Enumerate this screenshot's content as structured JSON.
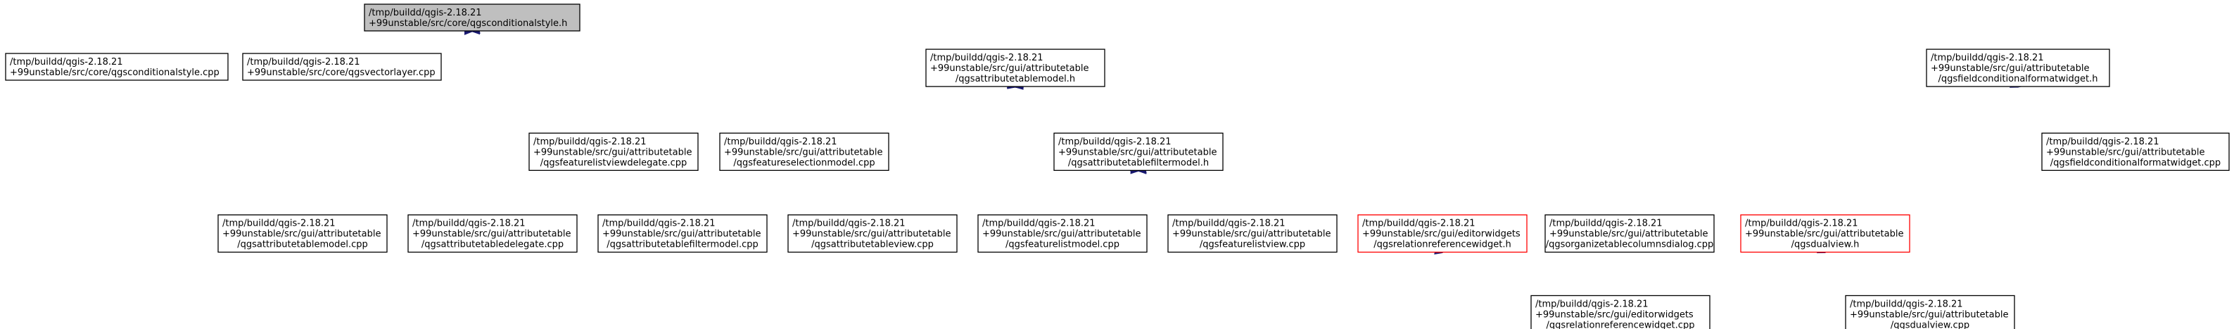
{
  "colors": {
    "edge": "#191970",
    "node_border": "#000000",
    "node_border_highlight": "#ff0000",
    "root_fill": "#bfbfbf",
    "node_fill": "#ffffff"
  },
  "nodes": [
    {
      "id": "root",
      "lines": [
        "/tmp/buildd/qgis-2.18.21",
        "+99unstable/src/core/qgsconditionalstyle.h"
      ],
      "style": "root"
    },
    {
      "id": "qgsconditionalstyle_cpp",
      "lines": [
        "/tmp/buildd/qgis-2.18.21",
        "+99unstable/src/core/qgsconditionalstyle.cpp"
      ],
      "style": "normal"
    },
    {
      "id": "qgsvectorlayer_cpp",
      "lines": [
        "/tmp/buildd/qgis-2.18.21",
        "+99unstable/src/core/qgsvectorlayer.cpp"
      ],
      "style": "normal"
    },
    {
      "id": "qgsattributetablemodel_h",
      "lines": [
        "/tmp/buildd/qgis-2.18.21",
        "+99unstable/src/gui/attributetable",
        "/qgsattributetablemodel.h"
      ],
      "style": "normal"
    },
    {
      "id": "qgsfieldconditionalformatwidget_h",
      "lines": [
        "/tmp/buildd/qgis-2.18.21",
        "+99unstable/src/gui/attributetable",
        "/qgsfieldconditionalformatwidget.h"
      ],
      "style": "normal"
    },
    {
      "id": "qgsfeaturelistviewdelegate_cpp",
      "lines": [
        "/tmp/buildd/qgis-2.18.21",
        "+99unstable/src/gui/attributetable",
        "/qgsfeaturelistviewdelegate.cpp"
      ],
      "style": "normal"
    },
    {
      "id": "qgsfeatureselectionmodel_cpp",
      "lines": [
        "/tmp/buildd/qgis-2.18.21",
        "+99unstable/src/gui/attributetable",
        "/qgsfeatureselectionmodel.cpp"
      ],
      "style": "normal"
    },
    {
      "id": "qgsattributetablefiltermodel_h",
      "lines": [
        "/tmp/buildd/qgis-2.18.21",
        "+99unstable/src/gui/attributetable",
        "/qgsattributetablefiltermodel.h"
      ],
      "style": "normal"
    },
    {
      "id": "qgsfieldconditionalformatwidget_cpp",
      "lines": [
        "/tmp/buildd/qgis-2.18.21",
        "+99unstable/src/gui/attributetable",
        "/qgsfieldconditionalformatwidget.cpp"
      ],
      "style": "normal"
    },
    {
      "id": "qgsattributetablemodel_cpp",
      "lines": [
        "/tmp/buildd/qgis-2.18.21",
        "+99unstable/src/gui/attributetable",
        "/qgsattributetablemodel.cpp"
      ],
      "style": "normal"
    },
    {
      "id": "qgsattributetabledelegate_cpp",
      "lines": [
        "/tmp/buildd/qgis-2.18.21",
        "+99unstable/src/gui/attributetable",
        "/qgsattributetabledelegate.cpp"
      ],
      "style": "normal"
    },
    {
      "id": "qgsattributetablefiltermodel_cpp",
      "lines": [
        "/tmp/buildd/qgis-2.18.21",
        "+99unstable/src/gui/attributetable",
        "/qgsattributetablefiltermodel.cpp"
      ],
      "style": "normal"
    },
    {
      "id": "qgsattributetableview_cpp",
      "lines": [
        "/tmp/buildd/qgis-2.18.21",
        "+99unstable/src/gui/attributetable",
        "/qgsattributetableview.cpp"
      ],
      "style": "normal"
    },
    {
      "id": "qgsfeaturelistmodel_cpp",
      "lines": [
        "/tmp/buildd/qgis-2.18.21",
        "+99unstable/src/gui/attributetable",
        "/qgsfeaturelistmodel.cpp"
      ],
      "style": "normal"
    },
    {
      "id": "qgsfeaturelistview_cpp",
      "lines": [
        "/tmp/buildd/qgis-2.18.21",
        "+99unstable/src/gui/attributetable",
        "/qgsfeaturelistview.cpp"
      ],
      "style": "normal"
    },
    {
      "id": "qgsrelationreferencewidget_h",
      "lines": [
        "/tmp/buildd/qgis-2.18.21",
        "+99unstable/src/gui/editorwidgets",
        "/qgsrelationreferencewidget.h"
      ],
      "style": "highlight"
    },
    {
      "id": "qgsorganizetablecolumnsdialog_cpp",
      "lines": [
        "/tmp/buildd/qgis-2.18.21",
        "+99unstable/src/gui/attributetable",
        "/qgsorganizetablecolumnsdialog.cpp"
      ],
      "style": "normal"
    },
    {
      "id": "qgsdualview_h",
      "lines": [
        "/tmp/buildd/qgis-2.18.21",
        "+99unstable/src/gui/attributetable",
        "/qgsdualview.h"
      ],
      "style": "highlight"
    },
    {
      "id": "qgsrelationreferencewidget_cpp",
      "lines": [
        "/tmp/buildd/qgis-2.18.21",
        "+99unstable/src/gui/editorwidgets",
        "/qgsrelationreferencewidget.cpp"
      ],
      "style": "normal"
    },
    {
      "id": "qgsdualview_cpp",
      "lines": [
        "/tmp/buildd/qgis-2.18.21",
        "+99unstable/src/gui/attributetable",
        "/qgsdualview.cpp"
      ],
      "style": "normal"
    }
  ],
  "edges": [
    {
      "from": "root",
      "to": "qgsconditionalstyle_cpp"
    },
    {
      "from": "root",
      "to": "qgsvectorlayer_cpp"
    },
    {
      "from": "root",
      "to": "qgsattributetablemodel_h"
    },
    {
      "from": "root",
      "to": "qgsfieldconditionalformatwidget_h"
    },
    {
      "from": "root",
      "to": "qgsattributetablemodel_cpp"
    },
    {
      "from": "qgsattributetablemodel_h",
      "to": "qgsfeaturelistviewdelegate_cpp"
    },
    {
      "from": "qgsattributetablemodel_h",
      "to": "qgsfeatureselectionmodel_cpp"
    },
    {
      "from": "qgsattributetablemodel_h",
      "to": "qgsattributetablefiltermodel_h"
    },
    {
      "from": "qgsattributetablemodel_h",
      "to": "qgsattributetablemodel_cpp"
    },
    {
      "from": "qgsattributetablemodel_h",
      "to": "qgsattributetabledelegate_cpp"
    },
    {
      "from": "qgsattributetablemodel_h",
      "to": "qgsattributetablefiltermodel_cpp"
    },
    {
      "from": "qgsattributetablemodel_h",
      "to": "qgsattributetableview_cpp"
    },
    {
      "from": "qgsattributetablemodel_h",
      "to": "qgsfeaturelistmodel_cpp"
    },
    {
      "from": "qgsattributetablemodel_h",
      "to": "qgsfeaturelistview_cpp"
    },
    {
      "from": "qgsattributetablemodel_h",
      "to": "qgsrelationreferencewidget_h"
    },
    {
      "from": "qgsattributetablemodel_h",
      "to": "qgsorganizetablecolumnsdialog_cpp"
    },
    {
      "from": "qgsattributetablemodel_h",
      "to": "qgsrelationreferencewidget_cpp"
    },
    {
      "from": "qgsattributetablemodel_h",
      "to": "qgsdualview_cpp"
    },
    {
      "from": "qgsattributetablefiltermodel_h",
      "to": "qgsattributetablemodel_cpp"
    },
    {
      "from": "qgsattributetablefiltermodel_h",
      "to": "qgsattributetabledelegate_cpp"
    },
    {
      "from": "qgsattributetablefiltermodel_h",
      "to": "qgsattributetablefiltermodel_cpp"
    },
    {
      "from": "qgsattributetablefiltermodel_h",
      "to": "qgsattributetableview_cpp"
    },
    {
      "from": "qgsattributetablefiltermodel_h",
      "to": "qgsfeaturelistmodel_cpp"
    },
    {
      "from": "qgsattributetablefiltermodel_h",
      "to": "qgsfeaturelistview_cpp"
    },
    {
      "from": "qgsattributetablefiltermodel_h",
      "to": "qgsrelationreferencewidget_h"
    },
    {
      "from": "qgsattributetablefiltermodel_h",
      "to": "qgsorganizetablecolumnsdialog_cpp"
    },
    {
      "from": "qgsattributetablefiltermodel_h",
      "to": "qgsdualview_h"
    },
    {
      "from": "qgsfieldconditionalformatwidget_h",
      "to": "qgsfieldconditionalformatwidget_cpp"
    },
    {
      "from": "qgsfieldconditionalformatwidget_h",
      "to": "qgsdualview_h"
    },
    {
      "from": "qgsrelationreferencewidget_h",
      "to": "qgsrelationreferencewidget_cpp"
    },
    {
      "from": "qgsdualview_h",
      "to": "qgsdualview_cpp"
    }
  ]
}
